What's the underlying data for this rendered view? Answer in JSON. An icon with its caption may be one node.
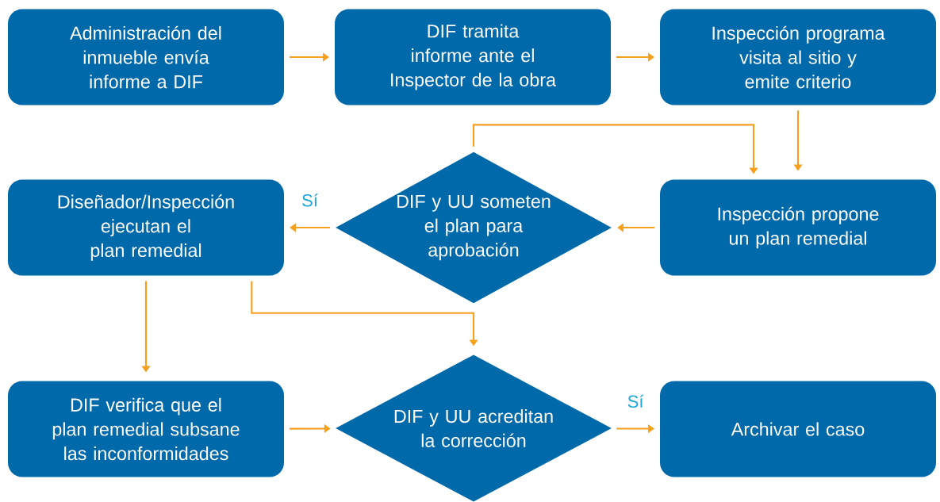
{
  "diagram": {
    "nodes": [
      {
        "text": [
          "Administración del inmueble envía informe a DIF"
        ]
      },
      {
        "text": [
          "DIF tramita informe ante el Inspector de la obra"
        ]
      },
      {
        "text": [
          "Inspección programa visita al sitio y emite criterio"
        ]
      },
      {
        "text": [
          "Diseñador/Inspección ejecutan el plan remedial"
        ]
      },
      {
        "text": [
          "DIF y UU someten el plan para aprobación"
        ]
      },
      {
        "text": [
          "Inspección propone un plan remedial"
        ]
      },
      {
        "text": [
          "DIF verifica que el plan remedial subsane las inconformidades"
        ]
      },
      {
        "text": [
          "DIF y UU acreditan la corrección"
        ]
      },
      {
        "text": [
          "Archivar el caso"
        ]
      }
    ],
    "edges": [
      {
        "from": 0,
        "to": 1,
        "arrow": "to"
      },
      {
        "from": 1,
        "to": 2,
        "arrow": "to"
      },
      {
        "from": 2,
        "to": 5,
        "arrow": "to"
      },
      {
        "from": 4,
        "to": 5,
        "arrow": "to"
      },
      {
        "from": 5,
        "to": 4,
        "arrow": "to"
      },
      {
        "from": 4,
        "to": 3,
        "arrow": "to",
        "label": "Sí"
      },
      {
        "from": 3,
        "to": 6,
        "arrow": "to"
      },
      {
        "from": 3,
        "to": 7,
        "arrow": "to"
      },
      {
        "from": 6,
        "to": 7,
        "arrow": "to"
      },
      {
        "from": 7,
        "to": 8,
        "arrow": "to",
        "label": "Sí"
      }
    ]
  }
}
